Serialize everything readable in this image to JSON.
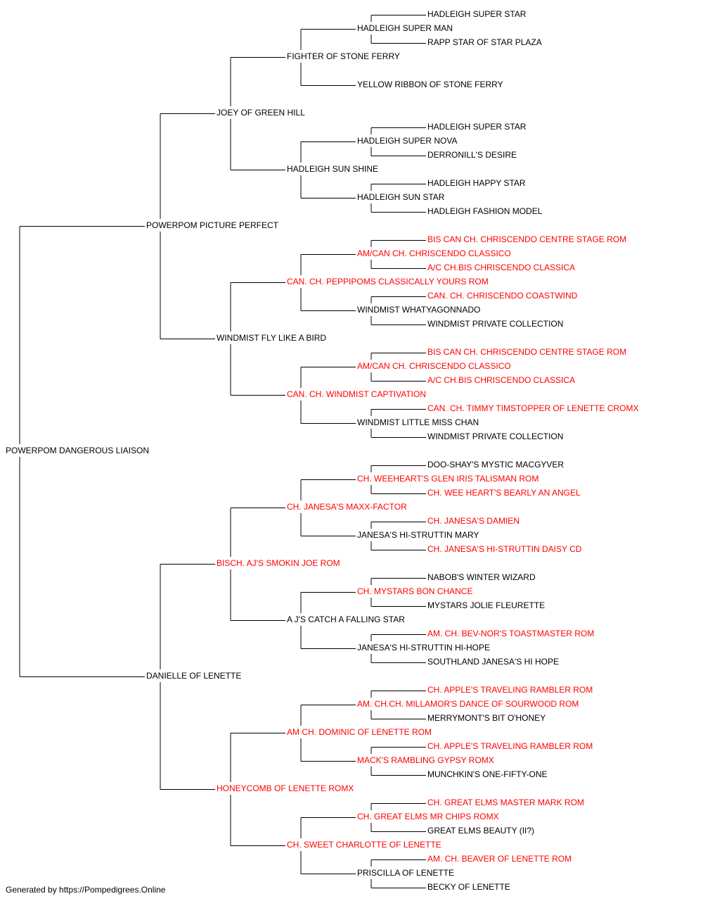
{
  "colors": {
    "champion": "#ff0000",
    "normal": "#000000",
    "line": "#000000"
  },
  "pedigree": {
    "name": "POWERPOM DANGEROUS LIAISON",
    "champion": false,
    "sire": {
      "name": "POWERPOM PICTURE PERFECT",
      "champion": false,
      "sire": {
        "name": "JOEY OF GREEN HILL",
        "champion": false,
        "sire": {
          "name": "FIGHTER OF STONE FERRY",
          "champion": false,
          "sire": {
            "name": "HADLEIGH SUPER MAN",
            "champion": false,
            "sire": {
              "name": "HADLEIGH SUPER STAR",
              "champion": false
            },
            "dam": {
              "name": "RAPP STAR OF STAR PLAZA",
              "champion": false
            }
          },
          "dam": {
            "name": "YELLOW RIBBON OF STONE FERRY",
            "champion": false
          }
        },
        "dam": {
          "name": "HADLEIGH SUN SHINE",
          "champion": false,
          "sire": {
            "name": "HADLEIGH SUPER NOVA",
            "champion": false,
            "sire": {
              "name": "HADLEIGH SUPER STAR",
              "champion": false
            },
            "dam": {
              "name": "DERRONILL'S DESIRE",
              "champion": false
            }
          },
          "dam": {
            "name": "HADLEIGH SUN STAR",
            "champion": false,
            "sire": {
              "name": "HADLEIGH HAPPY STAR",
              "champion": false
            },
            "dam": {
              "name": "HADLEIGH FASHION MODEL",
              "champion": false
            }
          }
        }
      },
      "dam": {
        "name": "WINDMIST FLY LIKE A BIRD",
        "champion": false,
        "sire": {
          "name": "CAN. CH. PEPPIPOMS CLASSICALLY YOURS ROM",
          "champion": true,
          "sire": {
            "name": "AM/CAN CH. CHRISCENDO CLASSICO",
            "champion": true,
            "sire": {
              "name": "BIS CAN CH. CHRISCENDO CENTRE STAGE ROM",
              "champion": true
            },
            "dam": {
              "name": "A/C CH.BIS CHRISCENDO CLASSICA",
              "champion": true
            }
          },
          "dam": {
            "name": "WINDMIST WHATYAGONNADO",
            "champion": false,
            "sire": {
              "name": "CAN. CH. CHRISCENDO COASTWIND",
              "champion": true
            },
            "dam": {
              "name": "WINDMIST PRIVATE COLLECTION",
              "champion": false
            }
          }
        },
        "dam": {
          "name": "CAN. CH. WINDMIST CAPTIVATION",
          "champion": true,
          "sire": {
            "name": "AM/CAN CH. CHRISCENDO CLASSICO",
            "champion": true,
            "sire": {
              "name": "BIS CAN CH. CHRISCENDO CENTRE STAGE ROM",
              "champion": true
            },
            "dam": {
              "name": "A/C CH.BIS CHRISCENDO CLASSICA",
              "champion": true
            }
          },
          "dam": {
            "name": "WINDMIST LITTLE MISS CHAN",
            "champion": false,
            "sire": {
              "name": "CAN. CH. TIMMY TIMSTOPPER OF LENETTE CROMX",
              "champion": true
            },
            "dam": {
              "name": "WINDMIST PRIVATE COLLECTION",
              "champion": false
            }
          }
        }
      }
    },
    "dam": {
      "name": "DANIELLE OF LENETTE",
      "champion": false,
      "sire": {
        "name": "BISCH. AJ'S SMOKIN JOE ROM",
        "champion": true,
        "sire": {
          "name": "CH. JANESA'S MAXX-FACTOR",
          "champion": true,
          "sire": {
            "name": "CH. WEEHEART'S GLEN IRIS TALISMAN ROM",
            "champion": true,
            "sire": {
              "name": "DOO-SHAY'S MYSTIC MACGYVER",
              "champion": false
            },
            "dam": {
              "name": "CH. WEE HEART'S BEARLY AN ANGEL",
              "champion": true
            }
          },
          "dam": {
            "name": "JANESA'S HI-STRUTTIN MARY",
            "champion": false,
            "sire": {
              "name": "CH. JANESA'S DAMIEN",
              "champion": true
            },
            "dam": {
              "name": "CH. JANESA'S HI-STRUTTIN DAISY CD",
              "champion": true
            }
          }
        },
        "dam": {
          "name": "A J'S CATCH A FALLING STAR",
          "champion": false,
          "sire": {
            "name": "CH. MYSTARS BON CHANCE",
            "champion": true,
            "sire": {
              "name": "NABOB'S WINTER WIZARD",
              "champion": false
            },
            "dam": {
              "name": "MYSTARS JOLIE FLEURETTE",
              "champion": false
            }
          },
          "dam": {
            "name": "JANESA'S HI-STRUTTIN HI-HOPE",
            "champion": false,
            "sire": {
              "name": "AM. CH. BEV-NOR'S TOASTMASTER ROM",
              "champion": true
            },
            "dam": {
              "name": "SOUTHLAND JANESA'S HI HOPE",
              "champion": false
            }
          }
        }
      },
      "dam": {
        "name": "HONEYCOMB OF LENETTE ROMX",
        "champion": true,
        "sire": {
          "name": "AM CH. DOMINIC OF LENETTE ROM",
          "champion": true,
          "sire": {
            "name": "AM. CH.CH. MILLAMOR'S DANCE OF SOURWOOD ROM",
            "champion": true,
            "sire": {
              "name": "CH. APPLE'S TRAVELING RAMBLER ROM",
              "champion": true
            },
            "dam": {
              "name": "MERRYMONT'S BIT O'HONEY",
              "champion": false
            }
          },
          "dam": {
            "name": "MACK'S RAMBLING GYPSY ROMX",
            "champion": true,
            "sire": {
              "name": "CH. APPLE'S TRAVELING RAMBLER ROM",
              "champion": true
            },
            "dam": {
              "name": "MUNCHKIN'S ONE-FIFTY-ONE",
              "champion": false
            }
          }
        },
        "dam": {
          "name": "CH. SWEET CHARLOTTE OF LENETTE",
          "champion": true,
          "sire": {
            "name": "CH. GREAT ELMS MR CHIPS ROMX",
            "champion": true,
            "sire": {
              "name": "CH. GREAT ELMS MASTER MARK ROM",
              "champion": true
            },
            "dam": {
              "name": "GREAT ELMS BEAUTY (II?)",
              "champion": false
            }
          },
          "dam": {
            "name": "PRISCILLA OF LENETTE",
            "champion": false,
            "sire": {
              "name": "AM. CH. BEAVER OF LENETTE ROM",
              "champion": true
            },
            "dam": {
              "name": "BECKY OF LENETTE",
              "champion": false
            }
          }
        }
      }
    }
  },
  "footer": {
    "text": "Generated by https://Pompedigrees.Online"
  }
}
